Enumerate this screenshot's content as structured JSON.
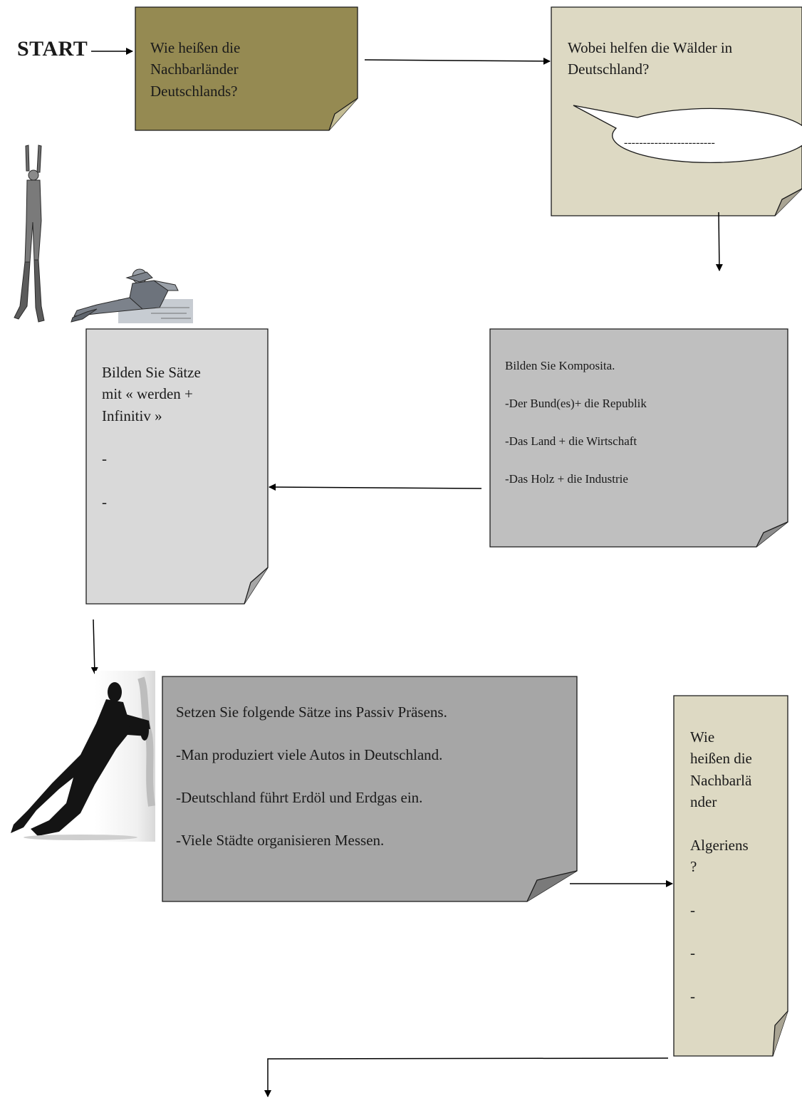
{
  "start_label": "START",
  "cards": {
    "nachbarlaender_de": {
      "lines": [
        "Wie heißen die",
        "Nachbarländer",
        "Deutschlands?"
      ],
      "fill": "#958a52"
    },
    "waelder": {
      "lines": [
        "Wobei  helfen die Wälder in",
        "Deutschland?"
      ],
      "bubble_text": "------------------------",
      "fill": "#ddd9c3"
    },
    "komposita": {
      "lines": [
        "Bilden Sie Komposita.",
        "-Der Bund(es)+ die Republik",
        "-Das Land + die Wirtschaft",
        "-Das Holz + die Industrie"
      ],
      "fill": "#bfbfbf"
    },
    "werden_infinitiv": {
      "lines": [
        "Bilden Sie Sätze",
        "mit «  werden +",
        "Infinitiv »",
        "-",
        "-"
      ],
      "fill": "#d9d9d9"
    },
    "passiv": {
      "lines": [
        "Setzen Sie folgende Sätze ins Passiv Präsens.",
        "-Man produziert viele Autos in Deutschland.",
        "-Deutschland führt Erdöl und Erdgas ein.",
        "-Viele Städte organisieren Messen."
      ],
      "fill": "#a6a6a6"
    },
    "nachbarlaender_alg": {
      "lines": [
        "Wie",
        "heißen die",
        "Nachbarlä",
        "nder",
        "Algeriens",
        "?",
        "-",
        "-",
        "-"
      ],
      "fill": "#ddd9c3"
    }
  },
  "figures": [
    {
      "name": "hanging-man-figure"
    },
    {
      "name": "reclining-man-figure"
    },
    {
      "name": "pushing-man-figure"
    }
  ]
}
